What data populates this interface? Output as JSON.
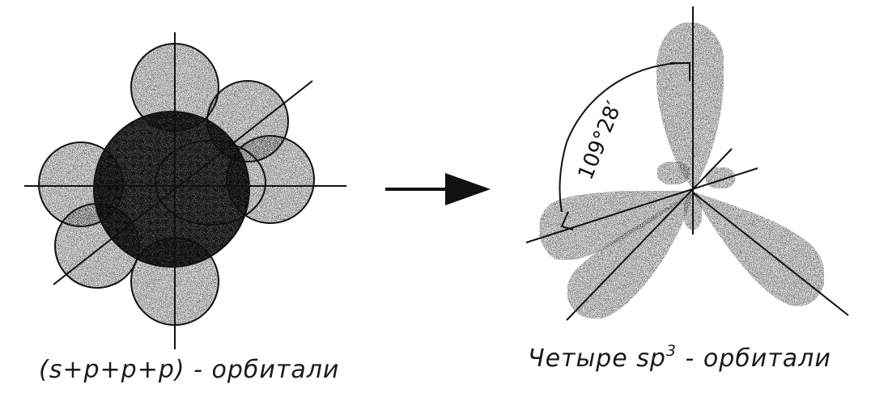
{
  "left_caption": "(s+p+p+p) - орбитали",
  "right_caption": {
    "prefix": "Четыре sp",
    "superscript": "3",
    "suffix": " - орбитали"
  },
  "angle_label": "109°28′",
  "colors": {
    "ink": "#111111",
    "stipple_light": "#bdbdbd",
    "stipple_dark": "#555555",
    "background": "#ffffff"
  }
}
